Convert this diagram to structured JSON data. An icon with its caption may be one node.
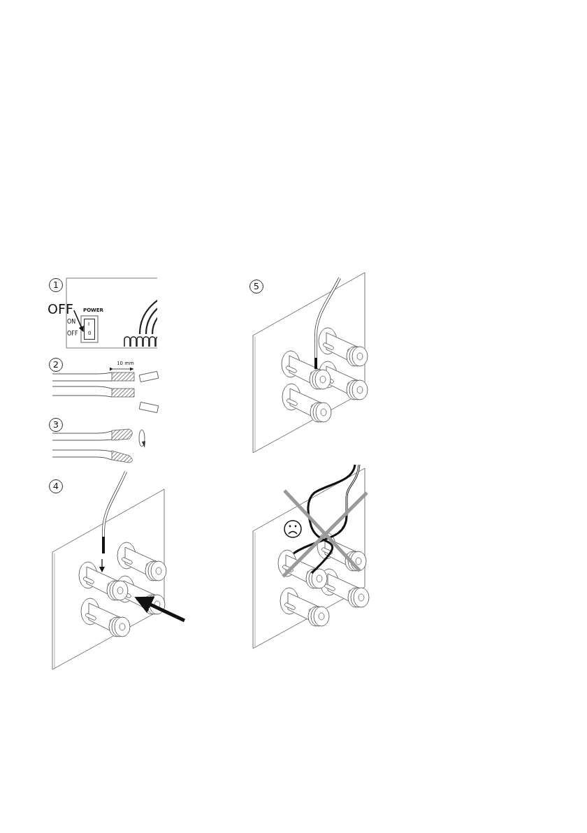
{
  "diagram": {
    "nodes": [
      {
        "text": [
          "OFF"
        ]
      },
      {
        "text": [
          "I",
          "0"
        ]
      }
    ],
    "edges": [
      {
        "from": 0,
        "to": 1,
        "arrow": "to"
      }
    ],
    "labels": [
      "1",
      "POWER",
      "ON",
      "OFF",
      "2",
      "10 mm",
      "3",
      "4",
      "5"
    ]
  }
}
